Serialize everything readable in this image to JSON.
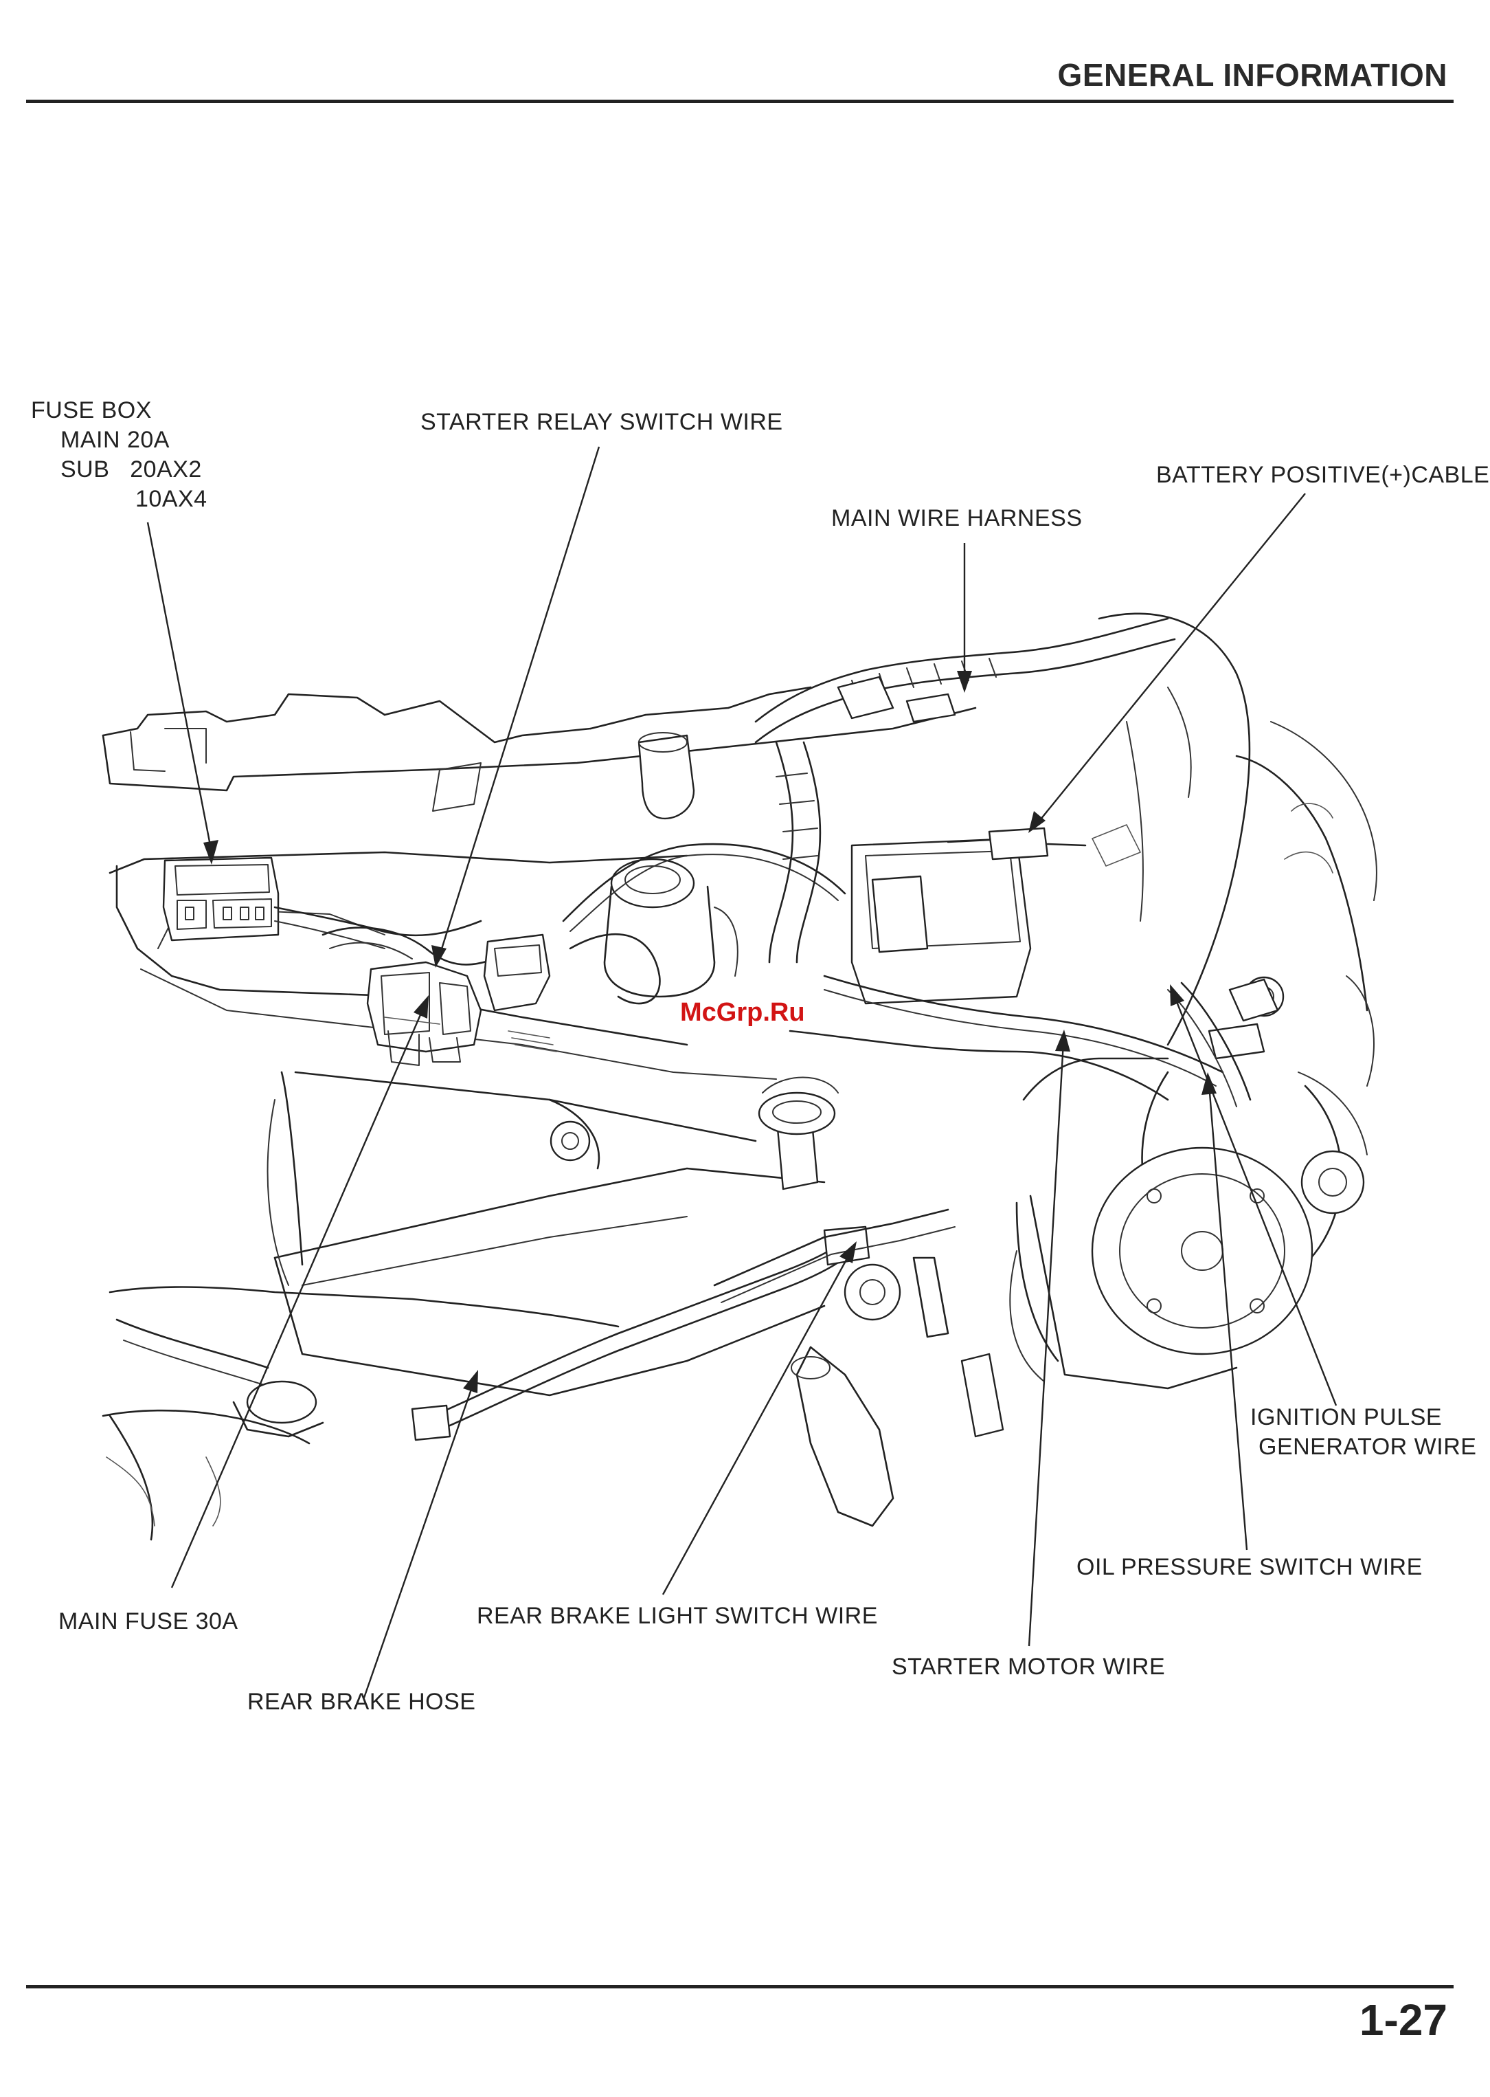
{
  "header": {
    "section_title": "GENERAL INFORMATION"
  },
  "footer": {
    "page_number": "1-27"
  },
  "watermark": "McGrp.Ru",
  "callouts": {
    "fuse_box": {
      "line1": "FUSE BOX",
      "line2": "MAIN 20A",
      "line3": "SUB   20AX2",
      "line4": "10AX4"
    },
    "starter_relay_switch_wire": "STARTER RELAY SWITCH WIRE",
    "battery_positive_cable": "BATTERY POSITIVE(+)CABLE",
    "main_wire_harness": "MAIN WIRE HARNESS",
    "ignition_pulse_generator_wire": {
      "line1": "IGNITION PULSE",
      "line2": "GENERATOR WIRE"
    },
    "oil_pressure_switch_wire": "OIL PRESSURE SWITCH WIRE",
    "main_fuse": "MAIN FUSE 30A",
    "rear_brake_light_switch_wire": "REAR BRAKE LIGHT SWITCH WIRE",
    "starter_motor_wire": "STARTER MOTOR WIRE",
    "rear_brake_hose": "REAR BRAKE HOSE"
  }
}
